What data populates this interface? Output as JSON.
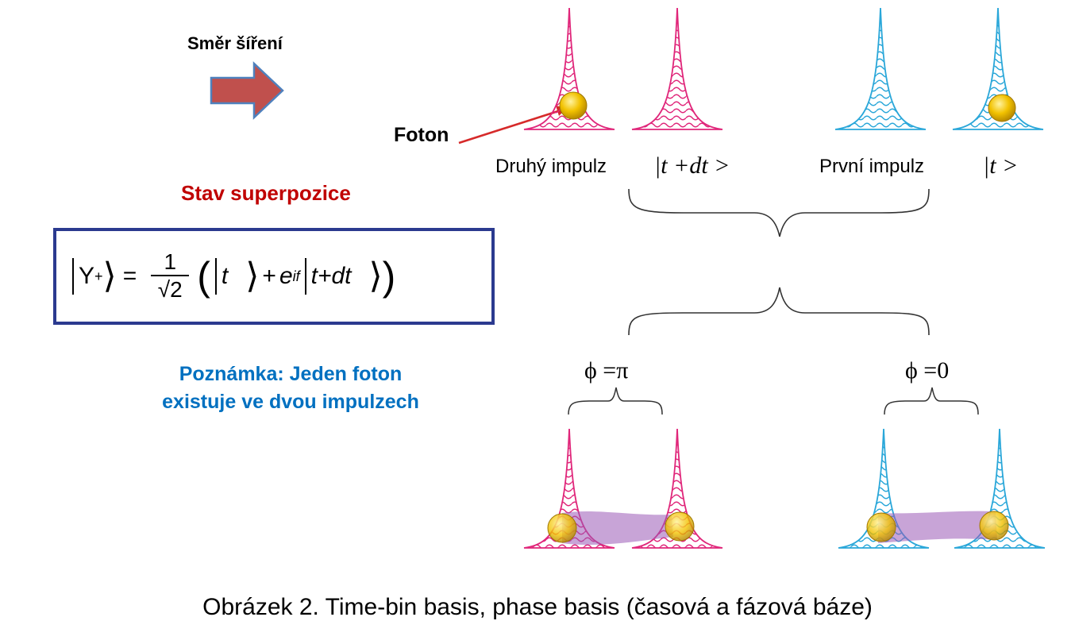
{
  "labels": {
    "direction": "Směr šíření",
    "photon": "Foton",
    "second_pulse": "Druhý impulz",
    "second_ket": "|t +dt >",
    "first_pulse": "První impulz",
    "first_ket": "|t >",
    "superposition_title": "Stav superpozice",
    "note": "Poznámka: Jeden foton existuje ve dvou impulzech",
    "phase_pi": "ϕ =π",
    "phase_zero": "ϕ =0",
    "caption": "Obrázek 2. Time-bin basis, phase basis (časová a fázová báze)"
  },
  "equation": {
    "state": "Y",
    "state_sup": "+",
    "equals": "=",
    "numerator": "1",
    "denominator": "√2",
    "term1": "t",
    "plus": "+",
    "exp_base": "e",
    "exp_power": "if",
    "term2": "t+dt"
  },
  "colors": {
    "pink_pulse": "#e0267a",
    "blue_pulse": "#2aa7d9",
    "photon": "#f2c200",
    "arrow_fill": "#c0504d",
    "arrow_stroke": "#4f81bd",
    "pointer": "#d62a2a",
    "superposition_title": "#c00000",
    "note": "#0070c0",
    "equation_border": "#2b3a8f",
    "entangle_band": "#9b59b6"
  }
}
